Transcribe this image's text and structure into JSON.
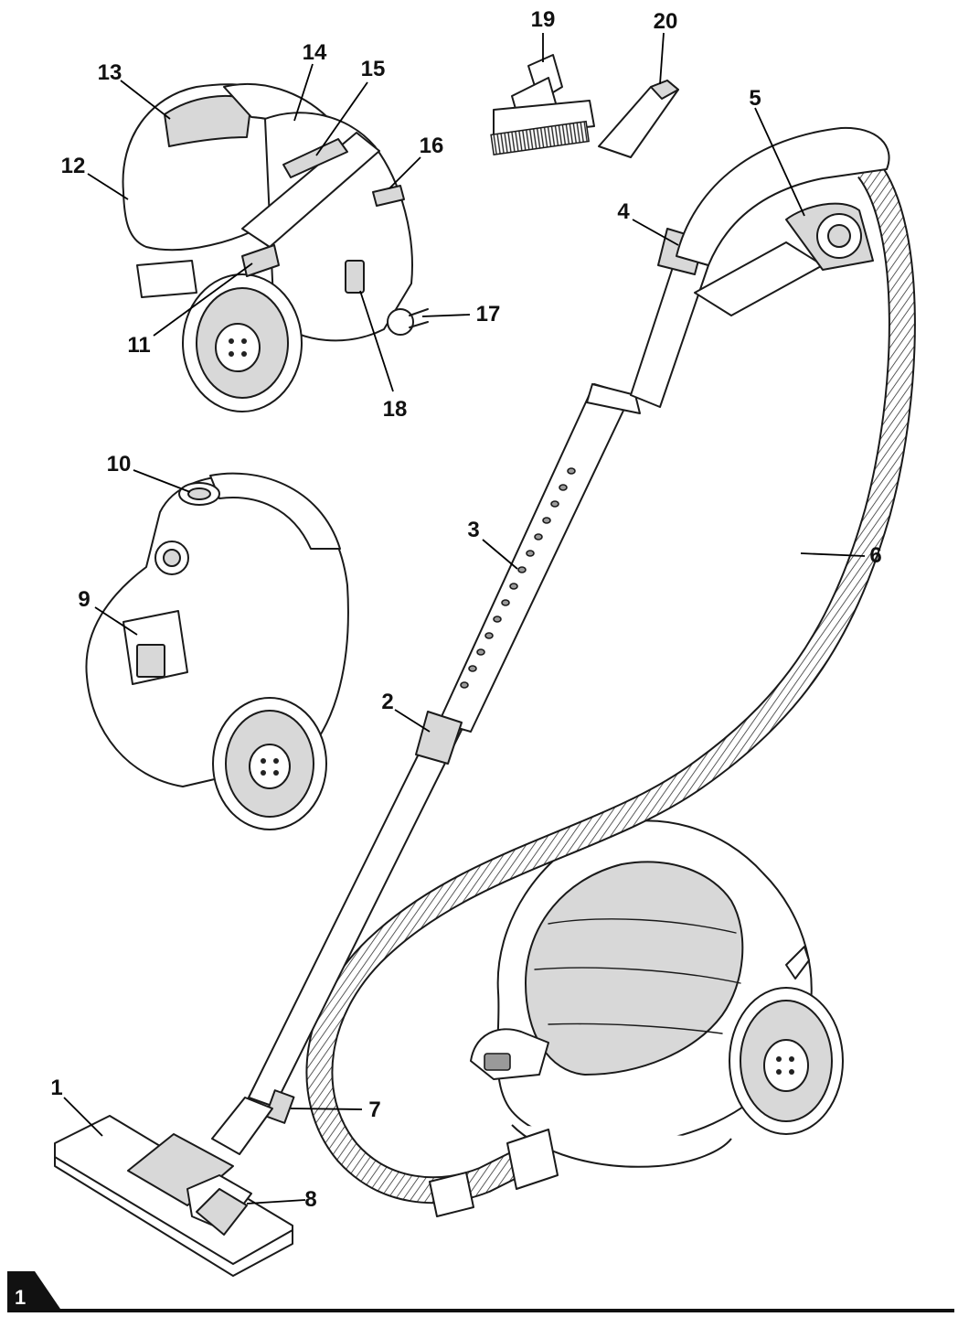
{
  "figure": {
    "number": "1"
  },
  "callouts": [
    {
      "id": "1",
      "text": "1",
      "part": "floor-nozzle"
    },
    {
      "id": "2",
      "text": "2",
      "part": "telescopic-tube-adjust-button"
    },
    {
      "id": "3",
      "text": "3",
      "part": "telescopic-tube"
    },
    {
      "id": "4",
      "text": "4",
      "part": "suction-control-slider"
    },
    {
      "id": "5",
      "text": "5",
      "part": "hose-handle"
    },
    {
      "id": "6",
      "text": "6",
      "part": "flexible-hose"
    },
    {
      "id": "7",
      "text": "7",
      "part": "tube-clip"
    },
    {
      "id": "8",
      "text": "8",
      "part": "nozzle-pedal"
    },
    {
      "id": "9",
      "text": "9",
      "part": "parking-holder"
    },
    {
      "id": "10",
      "text": "10",
      "part": "hose-inlet"
    },
    {
      "id": "11",
      "text": "11",
      "part": "container-release-latch"
    },
    {
      "id": "12",
      "text": "12",
      "part": "dust-container"
    },
    {
      "id": "13",
      "text": "13",
      "part": "container-handle"
    },
    {
      "id": "14",
      "text": "14",
      "part": "filter-cover"
    },
    {
      "id": "15",
      "text": "15",
      "part": "carry-handle"
    },
    {
      "id": "16",
      "text": "16",
      "part": "cable-rewind-pedal"
    },
    {
      "id": "17",
      "text": "17",
      "part": "mains-plug"
    },
    {
      "id": "18",
      "text": "18",
      "part": "on-off-pedal"
    },
    {
      "id": "19",
      "text": "19",
      "part": "dusting-brush"
    },
    {
      "id": "20",
      "text": "20",
      "part": "crevice-tool"
    }
  ]
}
